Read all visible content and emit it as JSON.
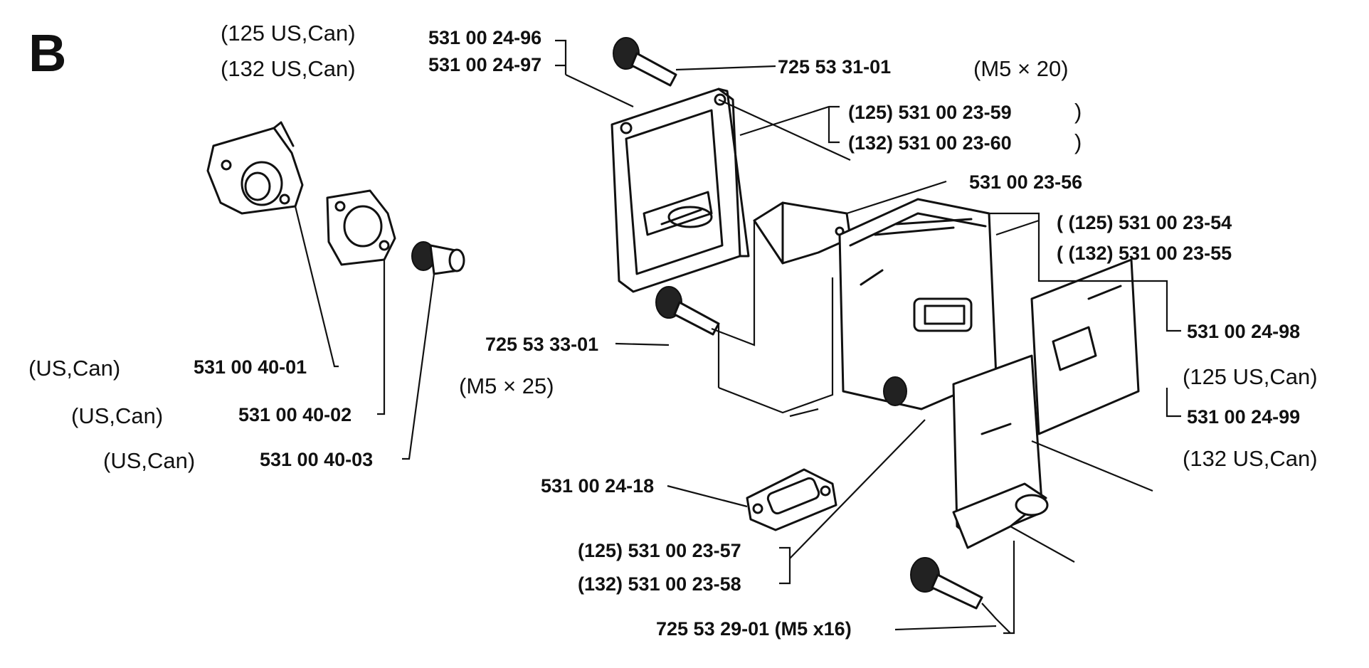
{
  "section_label": "B",
  "labels": {
    "cover_plate_us_125": "531 00 24-96",
    "cover_plate_us_132": "531 00 24-97",
    "cover_plate_us_125_note": "(125 US,Can)",
    "cover_plate_us_132_note": "(132 US,Can)",
    "top_screw_pn": "725 53 31-01",
    "top_screw_size": "(M5 × 20)",
    "cover_125": "(125) 531 00 23-59",
    "cover_132": "(132) 531 00 23-60",
    "cover_125_bracket": ")",
    "cover_132_bracket": ")",
    "deflector_pn": "531 00 23-56",
    "muffler_125": "( (125) 531 00 23-54",
    "muffler_132": "( (132) 531 00 23-55",
    "heat_shield_125_pn": "531 00 24-98",
    "heat_shield_125_note": "(125 US,Can)",
    "heat_shield_132_pn": "531 00 24-99",
    "heat_shield_132_note": "(132 US,Can)",
    "mid_screw_pn": "725 53 33-01",
    "mid_screw_size": "(M5 × 25)",
    "gasket_pn": "531 00 24-18",
    "plate_125": "(125) 531 00 23-57",
    "plate_132": "(132) 531 00 23-58",
    "bottom_screw": "725 53 29-01 (M5 x16)",
    "intake_flange_note": "(US,Can)",
    "intake_flange_pn": "531 00 40-01",
    "intake_gasket_note": "(US,Can)",
    "intake_gasket_pn": "531 00 40-02",
    "intake_screw_note": "(US,Can)",
    "intake_screw_pn": "531 00 40-03"
  }
}
